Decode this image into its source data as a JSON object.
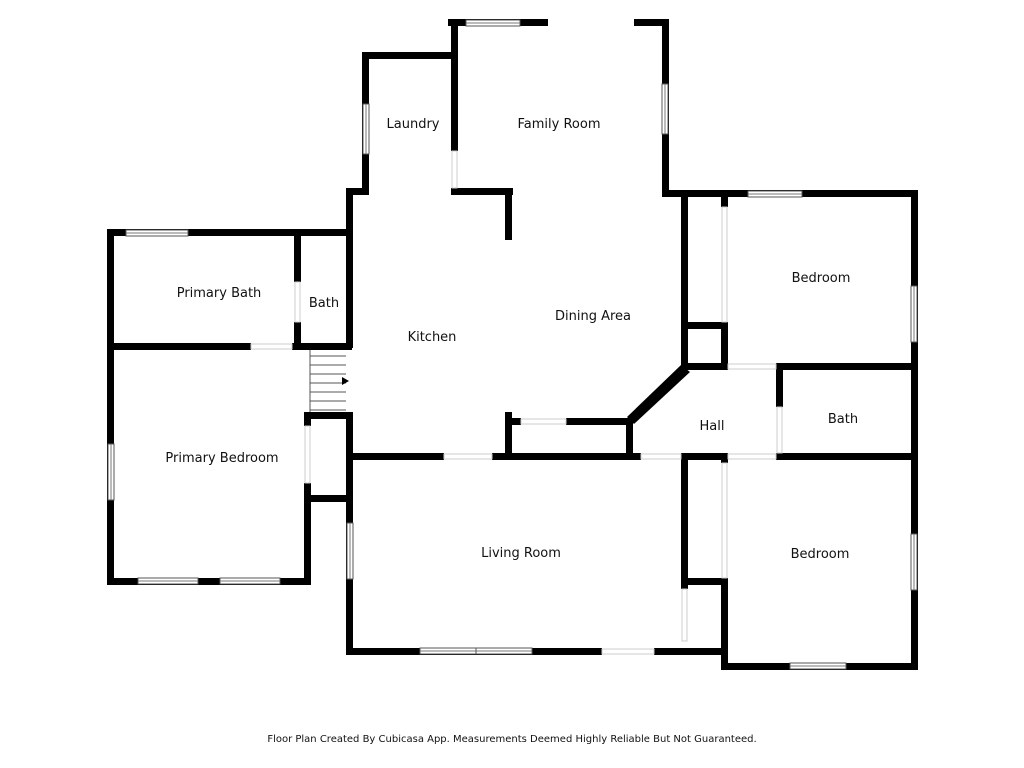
{
  "rooms": {
    "laundry": "Laundry",
    "family_room": "Family Room",
    "primary_bath": "Primary Bath",
    "bath_small": "Bath",
    "kitchen": "Kitchen",
    "dining_area": "Dining Area",
    "bedroom_top": "Bedroom",
    "hall": "Hall",
    "bath_right": "Bath",
    "primary_bedroom": "Primary Bedroom",
    "living_room": "Living Room",
    "bedroom_bottom": "Bedroom"
  },
  "footer": "Floor Plan Created By Cubicasa App. Measurements Deemed Highly Reliable But Not Guaranteed.",
  "colors": {
    "wall": "#000000",
    "background": "#ffffff"
  }
}
